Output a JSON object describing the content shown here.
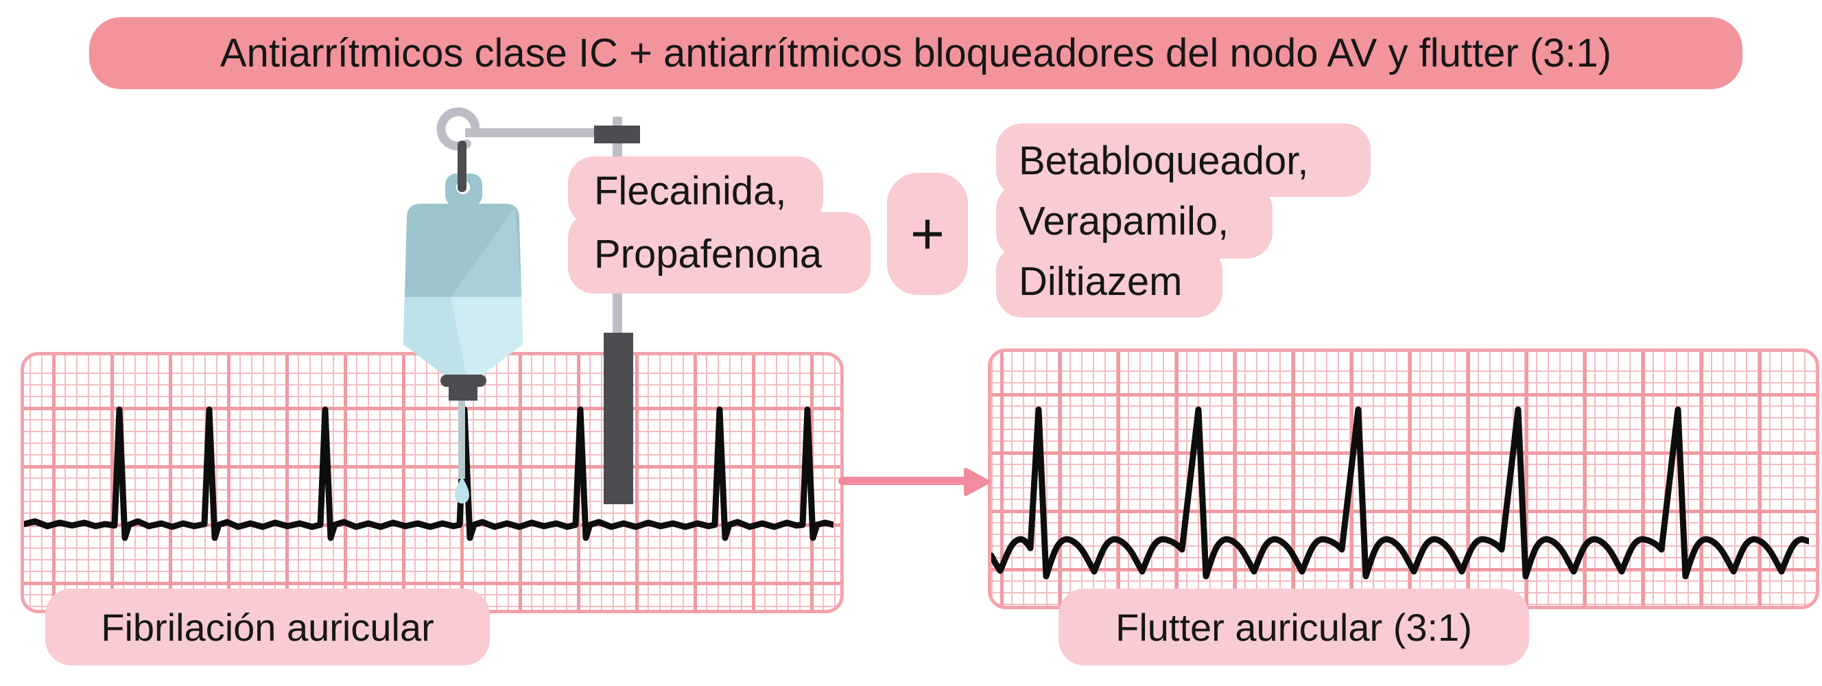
{
  "title": "Antiarrítmicos clase IC + antiarrítmicos bloqueadores del nodo AV y flutter (3:1)",
  "class_ic_label": {
    "line1": "Flecainida,",
    "line2": "Propafenona"
  },
  "plus_sign": "+",
  "av_blocker_label": {
    "line1": "Betabloqueador,",
    "line2": "Verapamilo,",
    "line3": "Diltiazem"
  },
  "left_ecg": {
    "caption": "Fibrilación auricular"
  },
  "right_ecg": {
    "caption": "Flutter auricular (3:1)"
  },
  "icons": {
    "iv_bag": "iv-drip-bag-icon",
    "arrow": "right-arrow-icon"
  },
  "colors": {
    "banner_pink": "#F3939C",
    "label_pink": "#F9CBD2",
    "grid_major": "#F09AA2",
    "grid_minor": "#F5BCC1",
    "trace_black": "#0D0D0D",
    "arrow_pink": "#F28B9D",
    "bag_teal": "#9CC4CD",
    "bag_highlight": "#A9D0D8",
    "bag_liquid": "#BEE2E9",
    "pole_light_gray": "#BFBCC6",
    "pole_dark_gray": "#4D4C50"
  }
}
